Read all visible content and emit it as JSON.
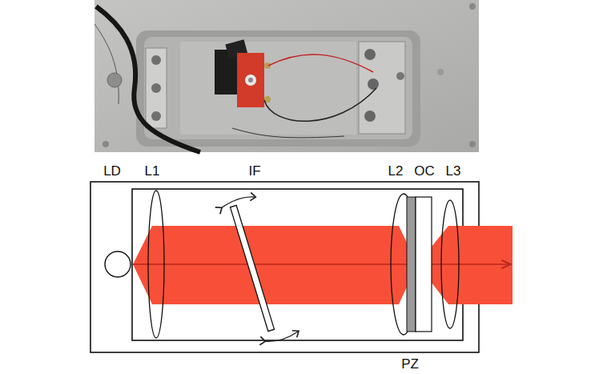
{
  "diagram": {
    "labels": [
      "LD",
      "L1",
      "IF",
      "L2",
      "OC",
      "L3",
      "PZ"
    ]
  }
}
